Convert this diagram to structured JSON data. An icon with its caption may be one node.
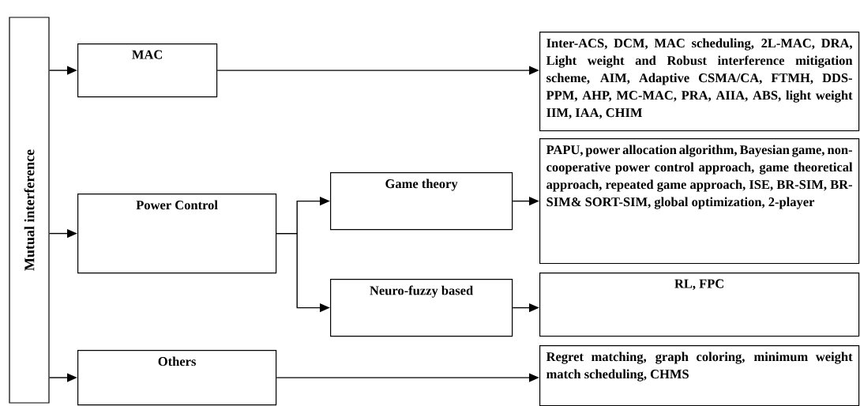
{
  "diagram": {
    "nodes": [
      {
        "text": [
          "Mutual interference"
        ]
      },
      {
        "text": [
          "MAC"
        ]
      },
      {
        "text": [
          "Inter-ACS, DCM, MAC scheduling, 2L-MAC, DRA, Light weight and Robust interference mitigation scheme, AIM, Adaptive CSMA/CA, FTMH, DDS-PPM, AHP, MC-MAC, PRA, AIIA, ABS, light weight IIM, IAA, CHIM"
        ]
      },
      {
        "text": [
          "Power Control"
        ]
      },
      {
        "text": [
          "Game theory"
        ]
      },
      {
        "text": [
          "PAPU, power allocation algorithm, Bayesian game, non-cooperative power control approach, game theoretical approach, repeated game approach, ISE, BR-SIM, BR-SIM& SORT-SIM, global optimization, 2-player"
        ]
      },
      {
        "text": [
          "Neuro-fuzzy based"
        ]
      },
      {
        "text": [
          "RL, FPC"
        ]
      },
      {
        "text": [
          "Others"
        ]
      },
      {
        "text": [
          "Regret matching, graph coloring, minimum weight match scheduling, CHMS"
        ]
      }
    ],
    "edges": [
      {
        "from": 0,
        "to": 1,
        "arrow": "to"
      },
      {
        "from": 0,
        "to": 3,
        "arrow": "to"
      },
      {
        "from": 0,
        "to": 8,
        "arrow": "to"
      },
      {
        "from": 1,
        "to": 2,
        "arrow": "to"
      },
      {
        "from": 3,
        "to": 4,
        "arrow": "to"
      },
      {
        "from": 3,
        "to": 6,
        "arrow": "to"
      },
      {
        "from": 4,
        "to": 5,
        "arrow": "to"
      },
      {
        "from": 6,
        "to": 7,
        "arrow": "to"
      },
      {
        "from": 8,
        "to": 9,
        "arrow": "to"
      }
    ]
  }
}
